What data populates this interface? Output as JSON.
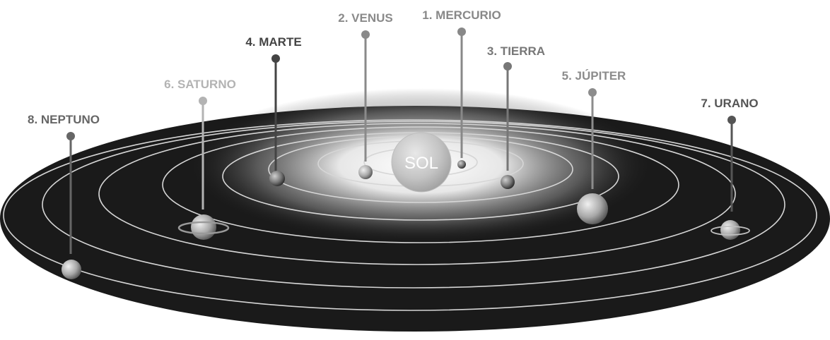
{
  "sun": {
    "label": "SOL"
  },
  "planets": [
    {
      "key": "mercurio",
      "label": "1. MERCURIO",
      "color": "#888888"
    },
    {
      "key": "venus",
      "label": "2. VENUS",
      "color": "#8a8a8a"
    },
    {
      "key": "tierra",
      "label": "3. TIERRA",
      "color": "#777777"
    },
    {
      "key": "marte",
      "label": "4. MARTE",
      "color": "#444444"
    },
    {
      "key": "jupiter",
      "label": "5. JÚPITER",
      "color": "#8c8c8c"
    },
    {
      "key": "saturno",
      "label": "6. SATURNO",
      "color": "#b3b3b3"
    },
    {
      "key": "urano",
      "label": "7. URANO",
      "color": "#555555"
    },
    {
      "key": "neptuno",
      "label": "8. NEPTUNO",
      "color": "#666666"
    }
  ],
  "colors": {
    "space": "#1a1a1a",
    "orbit": "#d6d6d6",
    "glow": "#ffffff"
  }
}
